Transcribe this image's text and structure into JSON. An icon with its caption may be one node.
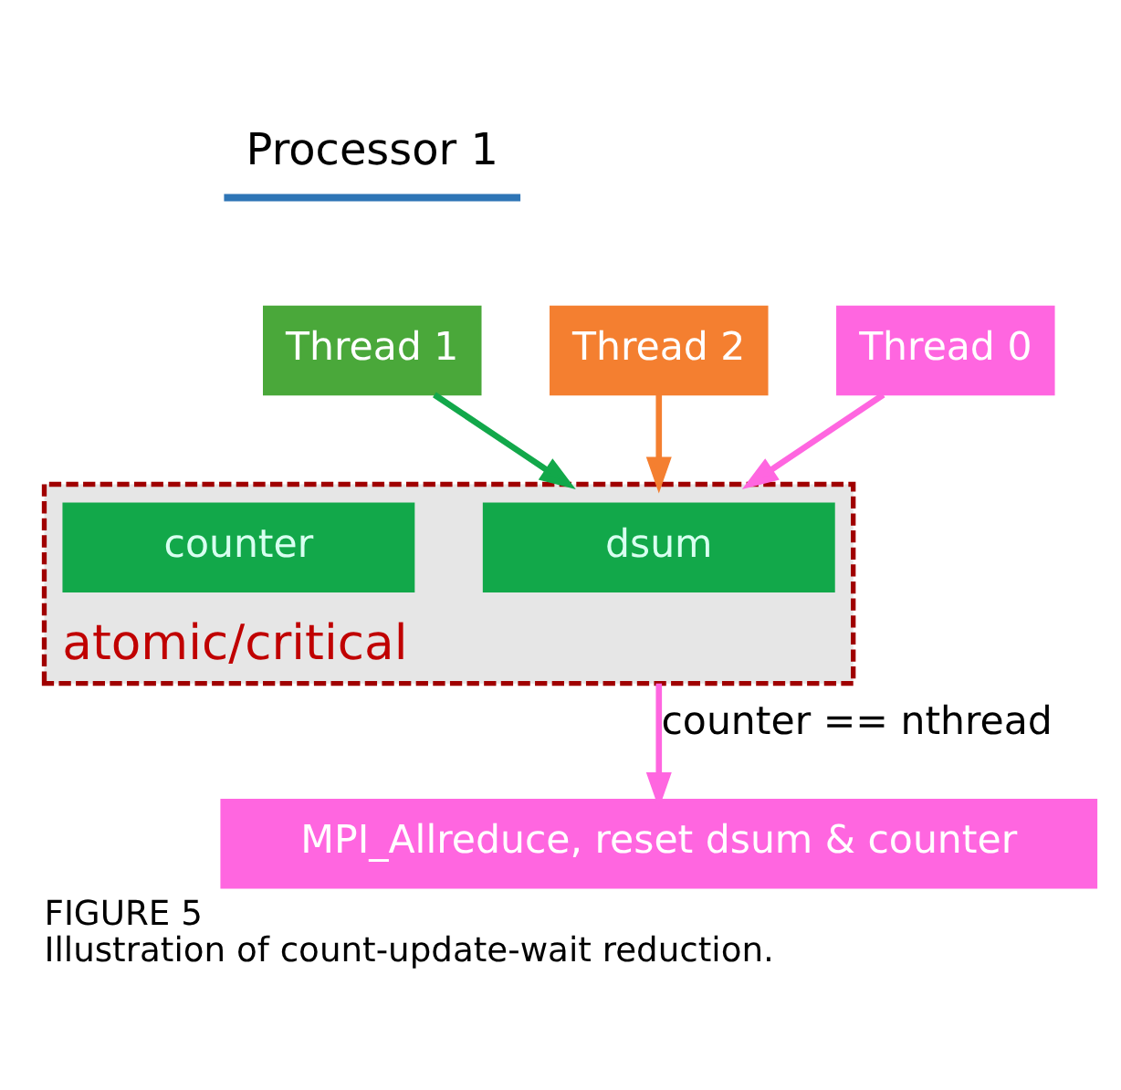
{
  "diagram": {
    "title": "FIGURE 5",
    "caption": "Illustration of count-update-wait reduction.",
    "nodes": [
      {
        "text": [
          "Processor 1"
        ]
      },
      {
        "text": [
          "Thread 2"
        ]
      },
      {
        "text": [
          "Thread 1"
        ]
      },
      {
        "text": [
          "Thread 0"
        ]
      },
      {
        "text": [
          "atomic/critical"
        ]
      },
      {
        "text": [
          "dsum"
        ],
        "in": 4
      },
      {
        "text": [
          "counter"
        ],
        "in": 4
      },
      {
        "text": [
          "MPI_Allreduce, reset dsum & counter"
        ]
      }
    ],
    "edges": [
      {
        "from": 1,
        "to": 4,
        "arrow": "to",
        "color": "#f47f30"
      },
      {
        "from": 2,
        "to": 4,
        "arrow": "to",
        "color": "#12a84a"
      },
      {
        "from": 3,
        "to": 4,
        "arrow": "to",
        "color": "#ff66e0"
      },
      {
        "from": 4,
        "to": 7,
        "arrow": "to",
        "label": "counter == nthread",
        "color": "#ff66e0"
      }
    ]
  }
}
